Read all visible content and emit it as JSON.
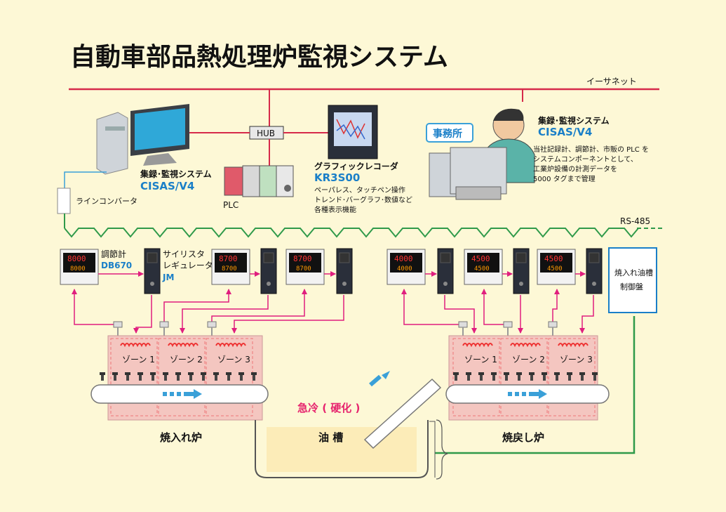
{
  "title": "自動車部品熱処理炉監視システム",
  "network": {
    "ethernet_label": "イーサネット",
    "rs485_label": "RS-485",
    "hub_label": "HUB"
  },
  "left_pc": {
    "line_converter": "ラインコンバータ"
  },
  "cisas_center": {
    "name": "集録･監視システム",
    "model": "CISAS/V4"
  },
  "plc": {
    "label": "PLC"
  },
  "recorder": {
    "name": "グラフィックレコーダ",
    "model": "KR3S00",
    "desc1": "ペーパレス、タッチペン操作",
    "desc2": "トレンド･バーグラフ･数値など",
    "desc3": "各種表示機能"
  },
  "office": {
    "badge": "事務所",
    "name": "集録･監視システム",
    "model": "CISAS/V4",
    "desc1": "当社記録計、調節計、市販の PLC を",
    "desc2": "システムコンポーネントとして、",
    "desc3": "工業炉設備の計測データを",
    "desc4": "5000 タグまで管理"
  },
  "controller": {
    "name": "調節計",
    "model": "DB670"
  },
  "thyristor": {
    "name1": "サイリスタ",
    "name2": "レギュレータ",
    "model": "JM"
  },
  "displays": [
    {
      "pv": "8000",
      "sv": "8000"
    },
    {
      "pv": "8700",
      "sv": "8700"
    },
    {
      "pv": "8700",
      "sv": "8700"
    },
    {
      "pv": "4000",
      "sv": "4000"
    },
    {
      "pv": "4500",
      "sv": "4500"
    },
    {
      "pv": "4500",
      "sv": "4500"
    }
  ],
  "oil_panel": {
    "line1": "焼入れ油槽",
    "line2": "制御盤"
  },
  "zones": [
    "ゾーン 1",
    "ゾーン 2",
    "ゾーン 3"
  ],
  "furnaces": {
    "quench": "焼入れ炉",
    "temper": "焼戻し炉",
    "oil_tank": "油 槽",
    "rapid": "急冷 ( 硬化 )"
  },
  "colors": {
    "ethernet": "#d62a4a",
    "rs485": "#2f9a4a",
    "signal": "#e01e7e",
    "accent": "#1a7fc8"
  }
}
